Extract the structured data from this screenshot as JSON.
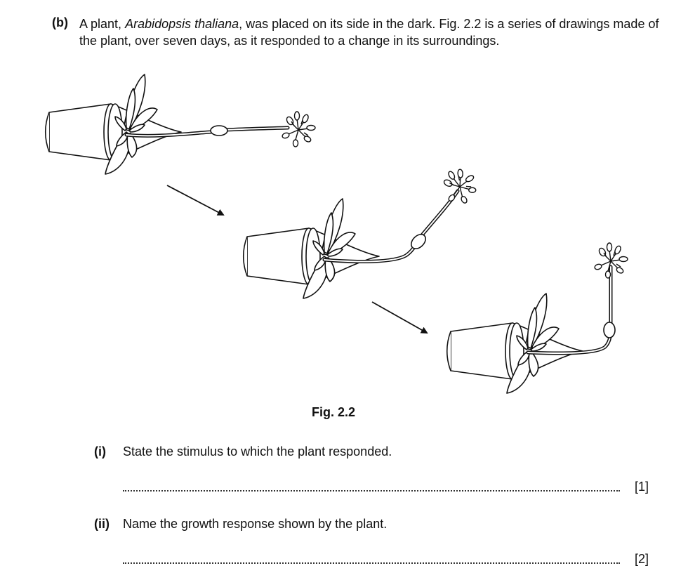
{
  "question": {
    "part_label": "(b)",
    "intro_before_italic": "A plant, ",
    "intro_italic": "Arabidopsis thaliana",
    "intro_after_italic": ", was placed on its side in the dark. Fig. 2.2 is a series of drawings made of the plant, over seven days, as it responded to a change in its surroundings."
  },
  "figure": {
    "caption": "Fig. 2.2",
    "panels": [
      "plant-day-1",
      "plant-middle",
      "plant-day-7"
    ]
  },
  "subquestions": [
    {
      "label": "(i)",
      "text": "State the stimulus to which the plant responded.",
      "marks": "[1]"
    },
    {
      "label": "(ii)",
      "text": "Name the growth response shown by the plant.",
      "marks": "[2]"
    }
  ]
}
